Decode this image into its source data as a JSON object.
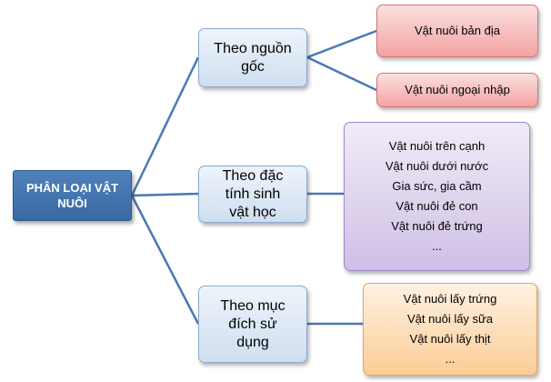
{
  "root": {
    "label": "PHÂN LOẠI VẬT NUÔI"
  },
  "branches": [
    {
      "label_lines": [
        "Theo nguồn",
        "gốc"
      ],
      "items": [
        "Vật nuôi bản địa",
        "Vật nuôi ngoại nhập"
      ]
    },
    {
      "label_lines": [
        "Theo đặc",
        "tính sinh",
        "vật học"
      ],
      "items": [
        "Vật nuôi trên cạnh",
        "Vật nuôi dưới nước",
        "Gia sức, gia cầm",
        "Vật nuôi đẻ con",
        "Vật nuôi đẻ trứng",
        "..."
      ]
    },
    {
      "label_lines": [
        "Theo mục",
        "đích sử",
        "dụng"
      ],
      "items": [
        "Vật nuôi lấy trứng",
        "Vật nuôi lấy sữa",
        "Vật nuôi lấy thịt",
        "..."
      ]
    }
  ],
  "colors": {
    "connector": "#4a78b5",
    "root_fill": "#4f81bd",
    "branch_fill": "#dbe6f4",
    "leaf_red": "#f4a2a2",
    "leaf_purple": "#cfc0e6",
    "leaf_orange": "#fbcd96"
  }
}
